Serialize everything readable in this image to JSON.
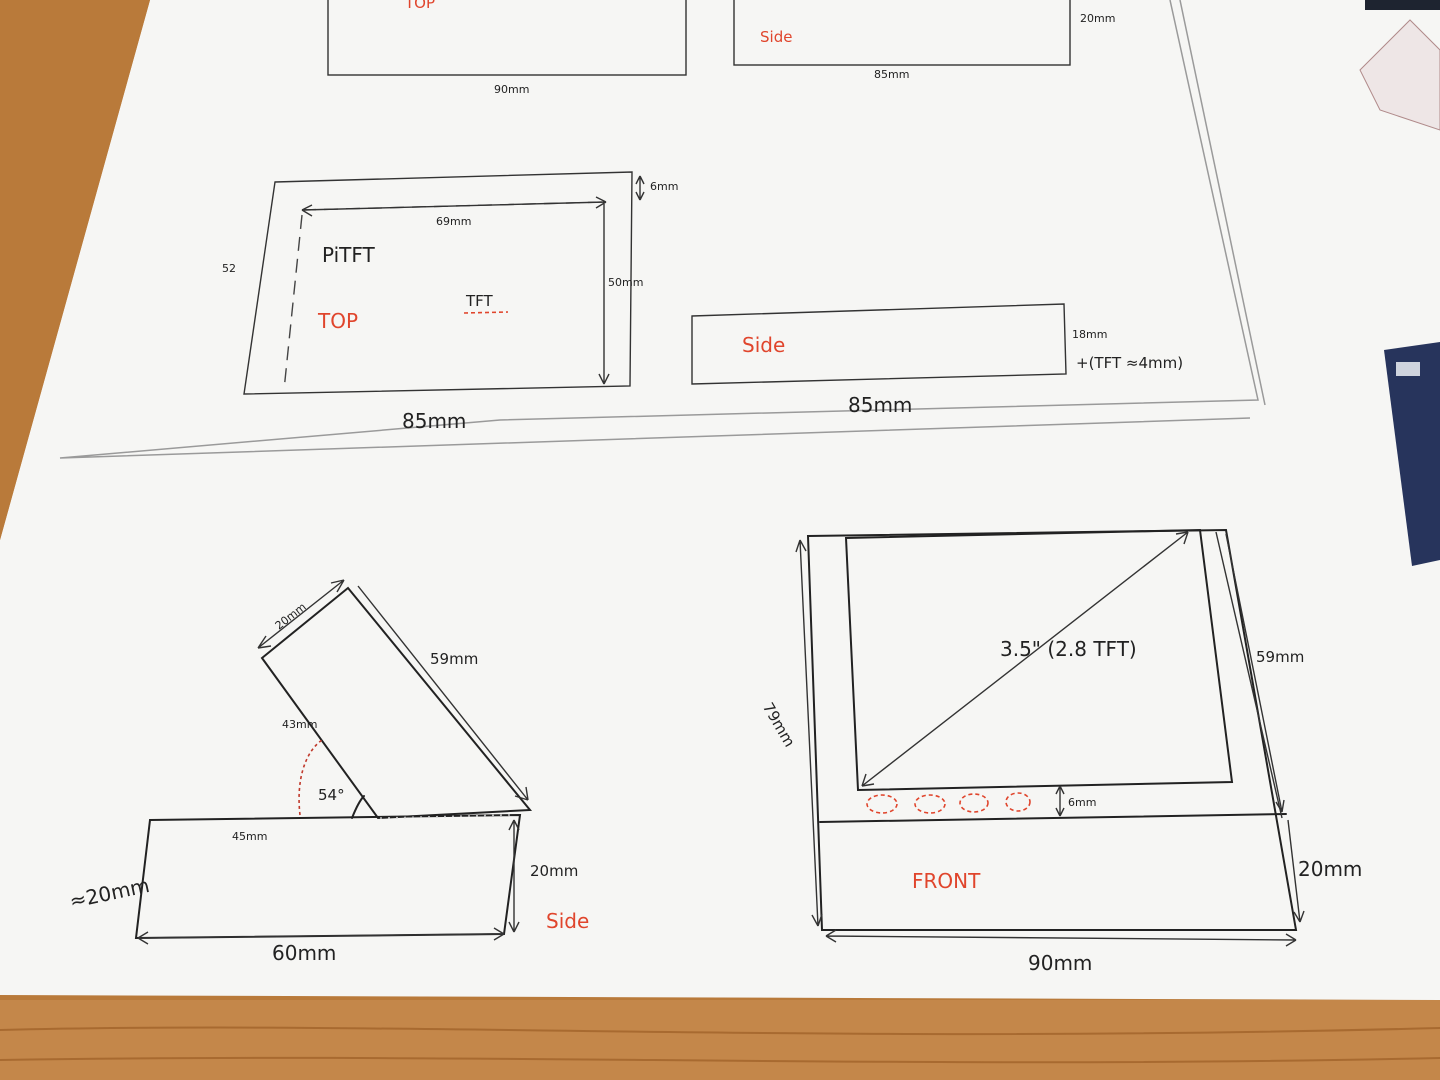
{
  "colors": {
    "table": "#b97a3a",
    "paper": "#f6f6f4",
    "ink": "#222222",
    "red_ink": "#e0452c",
    "pencil": "#9a9a9a"
  },
  "upper_drawings": {
    "top_label": "TOP",
    "side_label": "Side",
    "side_height": "20mm",
    "top_width": "90mm",
    "side_width": "85mm"
  },
  "pitft_top": {
    "left_dim": "52",
    "top_offset": "6mm",
    "inner_width": "69mm",
    "inner_height": "50mm",
    "name": "PiTFT",
    "view_label": "TOP",
    "tft_label": "TFT",
    "width": "85mm"
  },
  "pitft_side": {
    "view_label": "Side",
    "height": "18mm",
    "tft_note": "+(TFT ≈4mm)",
    "width": "85mm"
  },
  "angled_side": {
    "screen_width": "20mm",
    "screen_length": "59mm",
    "hinge_len": "43mm",
    "angle": "54°",
    "top_len": "45mm",
    "height_left": "≈20mm",
    "height_right": "20mm",
    "base_len": "60mm",
    "view_label": "Side"
  },
  "front": {
    "total_height": "79mm",
    "screen_height": "59mm",
    "diagonal": "3.5\" (2.8 TFT)",
    "gap": "6mm",
    "base_height": "20mm",
    "view_label": "FRONT",
    "width": "90mm"
  }
}
